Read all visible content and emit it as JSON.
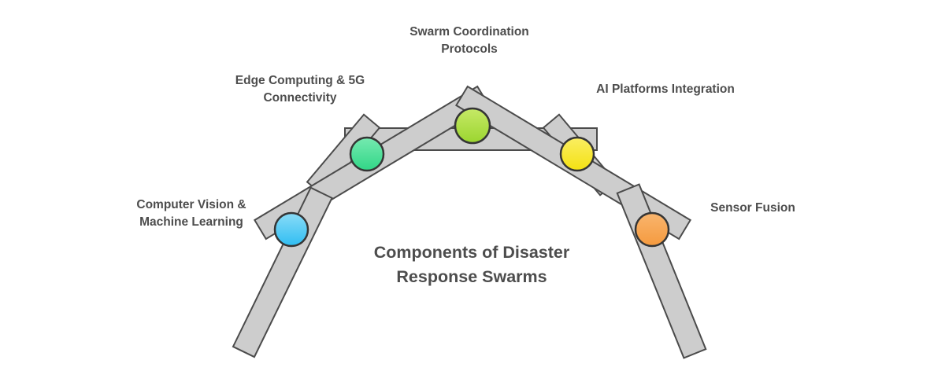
{
  "diagram": {
    "title_lines": [
      "Components of Disaster",
      "Response Swarms"
    ],
    "beam_fill": "#cdcdcd",
    "beam_stroke": "#4b4b4b",
    "node_stroke": "#353535",
    "text_color": "#4d4d4d",
    "background": "#ffffff"
  },
  "nodes": [
    {
      "id": "computer-vision-ml",
      "label_lines": [
        "Computer Vision &",
        "Machine Learning"
      ],
      "color": "#2fbdf2",
      "color_light": "#8adcf7"
    },
    {
      "id": "edge-computing-5g",
      "label_lines": [
        "Edge Computing & 5G",
        "Connectivity"
      ],
      "color": "#31d687",
      "color_light": "#76eab0"
    },
    {
      "id": "swarm-coordination-protocols",
      "label_lines": [
        "Swarm Coordination",
        "Protocols"
      ],
      "color": "#9bd52f",
      "color_light": "#c6e967"
    },
    {
      "id": "ai-platforms-integration",
      "label_lines": [
        "AI Platforms Integration"
      ],
      "color": "#f4e112",
      "color_light": "#faee62"
    },
    {
      "id": "sensor-fusion",
      "label_lines": [
        "Sensor Fusion"
      ],
      "color": "#f59a3e",
      "color_light": "#f9b56e"
    }
  ]
}
